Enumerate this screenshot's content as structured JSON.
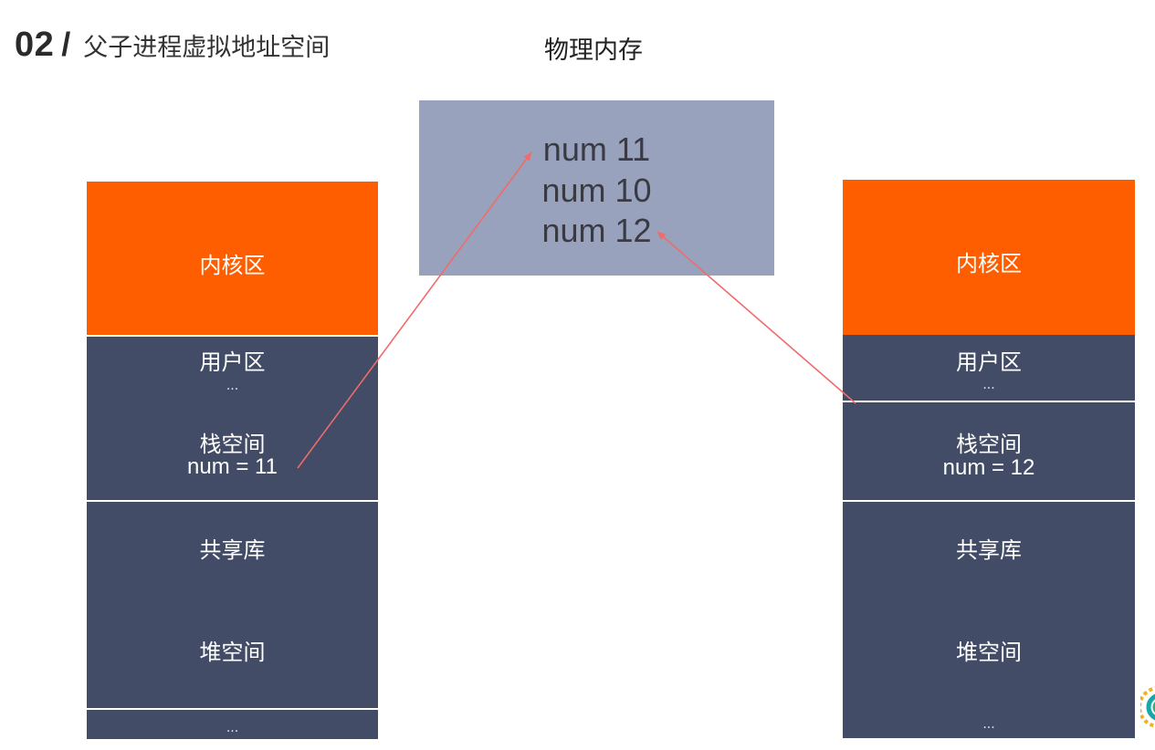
{
  "header": {
    "number": "02",
    "slash": "/",
    "title": "父子进程虚拟地址空间"
  },
  "physical": {
    "title": "物理内存",
    "lines": [
      "num 11",
      "num 10",
      "num 12"
    ]
  },
  "left": {
    "kernel": "内核区",
    "user": "用户区",
    "user_dots": "...",
    "stack": "栈空间",
    "stack_value": "num = 11",
    "shared": "共享库",
    "heap": "堆空间",
    "bottom_dots": "..."
  },
  "right": {
    "kernel": "内核区",
    "user": "用户区",
    "user_dots": "...",
    "stack": "栈空间",
    "stack_value": "num = 12",
    "shared": "共享库",
    "heap": "堆空间",
    "bottom_dots": "..."
  },
  "colors": {
    "kernel": "#ff5e00",
    "segment": "#434c66",
    "physical_box": "#98a2bc",
    "arrow": "#f06b6b"
  }
}
